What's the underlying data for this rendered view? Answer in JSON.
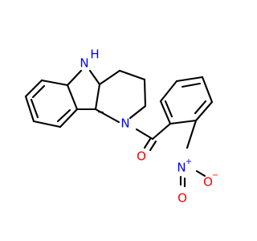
{
  "colors": {
    "carbon": "#000000",
    "nitrogen": "#0000ff",
    "oxygen": "#ff0000",
    "background": "#ffffff"
  },
  "labels": {
    "indole_n": "N",
    "indole_h": "H",
    "ring_n": "N",
    "carbonyl_o": "O",
    "nitro_n": "N",
    "nitro_plus": "+",
    "nitro_o_bottom": "O",
    "nitro_o_minus": "−"
  }
}
